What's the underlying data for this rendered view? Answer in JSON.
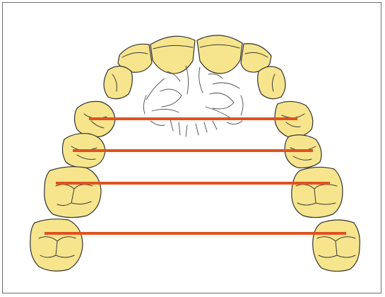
{
  "colors": {
    "tooth_fill": "#f6e58c",
    "tooth_outline": "#333333",
    "measure_line": "#e0521f",
    "frame_border": "#6e6e6e",
    "background": "#ffffff"
  },
  "diagram": {
    "subject": "maxillary-dental-arch",
    "tooth_count": 14,
    "measurement_line_count": 4
  }
}
